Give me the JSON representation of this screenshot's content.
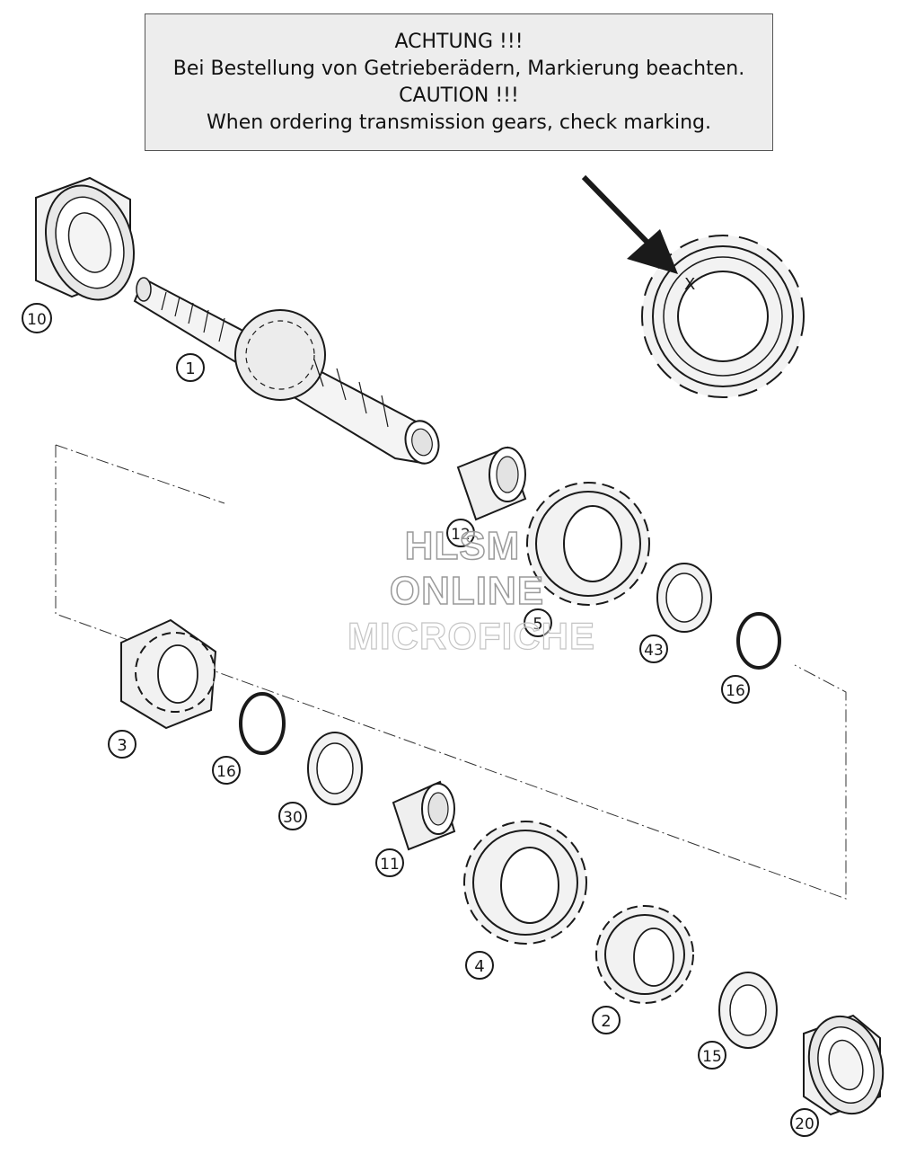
{
  "notice": {
    "line1": "ACHTUNG !!!",
    "line2": "Bei Bestellung von Getrieberädern, Markierung beachten.",
    "line3": "CAUTION !!!",
    "line4": "When ordering transmission gears, check marking."
  },
  "marking_symbol": "X",
  "watermark": {
    "line1": "HLSM",
    "line2": "ONLINE",
    "line3": "MICROFICHE"
  },
  "callouts": {
    "c10": "10",
    "c1": "1",
    "c12": "12",
    "c5": "5",
    "c43": "43",
    "c16a": "16",
    "c3": "3",
    "c16b": "16",
    "c30": "30",
    "c11": "11",
    "c4": "4",
    "c2": "2",
    "c15": "15",
    "c20": "20"
  },
  "colors": {
    "line": "#1a1a1a",
    "part_fill": "#f2f2f2",
    "notice_bg": "#ededed"
  }
}
